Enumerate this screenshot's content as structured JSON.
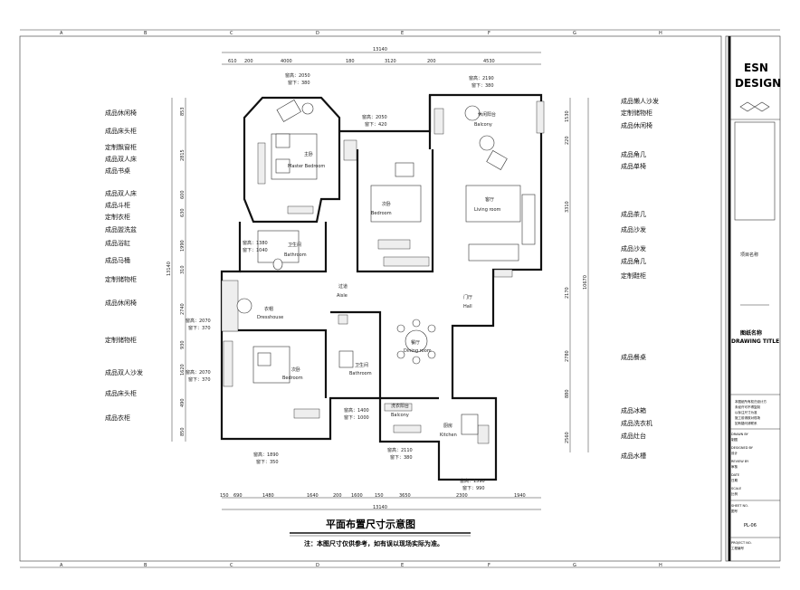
{
  "grid_letters_top": [
    "A",
    "B",
    "C",
    "D",
    "E",
    "F",
    "G",
    "H"
  ],
  "grid_letters_bottom": [
    "A",
    "B",
    "C",
    "D",
    "E",
    "F",
    "G",
    "H"
  ],
  "title_block": {
    "logo_line1": "ESN",
    "logo_line2": "DESIGN",
    "owner_label": "项目名称",
    "drawing_title_cn": "图纸名称",
    "drawing_title_en": "DRAWING TITLE",
    "notes_line1": "本图纸所有权归设计方",
    "notes_line2": "未经许可不得复制",
    "notes_line3": "以标注尺寸为准",
    "notes_line4": "施工前请核对现场",
    "notes_line5": "如有疑问请联系",
    "drawn_label": "DRAWN BY",
    "drawn_cn": "制图",
    "designed_label": "DESIGNED BY",
    "designed_cn": "设计",
    "review_label": "REVIEW BY",
    "review_cn": "审核",
    "date_label": "DATE",
    "date_cn": "日期",
    "scale_label": "SCALE",
    "scale_cn": "比例",
    "sheet_label": "SHEET NO.",
    "sheet_cn": "图号",
    "sheet_no": "PL-06",
    "project_label": "PROJECT NO.",
    "project_cn": "工程编号"
  },
  "plan_title": "平面布置尺寸示意图",
  "plan_note": "注：本图尺寸仅供参考，如有误以现场实际为准。",
  "top_total": "13140",
  "top_dims": [
    "610",
    "200",
    "4000",
    "180",
    "3120",
    "200",
    "4530"
  ],
  "bottom_total": "13140",
  "bottom_dims": [
    "150",
    "690",
    "1480",
    "1640",
    "200",
    "1600",
    "150",
    "3650",
    "2300",
    "1940"
  ],
  "left_total": "13140",
  "left_dims": [
    "853",
    "2815",
    "600",
    "630",
    "1990",
    "310",
    "2740",
    "930",
    "1620",
    "490",
    "850"
  ],
  "right_total": "10670",
  "right_dims": [
    "1530",
    "220",
    "3310",
    "2170",
    "2780",
    "880",
    "2560"
  ],
  "left_labels": [
    "成品休闲椅",
    "成品床头柜",
    "定制飘窗柜",
    "成品双人床",
    "成品书桌",
    "成品双人床",
    "成品斗柜",
    "定制衣柜",
    "成品盥洗盆",
    "成品浴缸",
    "成品马桶",
    "定制储物柜",
    "成品休闲椅",
    "定制储物柜",
    "成品双人沙发",
    "成品床头柜",
    "成品衣柜"
  ],
  "right_labels": [
    "成品懒人沙发",
    "定制储物柜",
    "成品休闲椅",
    "成品角几",
    "成品单椅",
    "成品茶几",
    "成品沙发",
    "成品沙发",
    "成品角几",
    "定制鞋柜",
    "成品餐桌",
    "成品冰箱",
    "成品洗衣机",
    "成品灶台",
    "成品水槽"
  ],
  "windows": [
    {
      "h": "窗高：2050",
      "w": "窗下：380"
    },
    {
      "h": "窗高：2050",
      "w": "窗下：420"
    },
    {
      "h": "窗高：2190",
      "w": "窗下：380"
    },
    {
      "h": "窗高：1380",
      "w": "窗下：1040"
    },
    {
      "h": "窗高：2070",
      "w": "窗下：370"
    },
    {
      "h": "窗高：2070",
      "w": "窗下：370"
    },
    {
      "h": "窗高：1400",
      "w": "窗下：1000"
    },
    {
      "h": "窗高：1890",
      "w": "窗下：350"
    },
    {
      "h": "窗高：2110",
      "w": "窗下：380"
    },
    {
      "h": "窗高：1590",
      "w": "窗下：990"
    }
  ],
  "rooms": {
    "master": "主卧",
    "master_en": "Master Bedroom",
    "bed2": "次卧",
    "bed2_en": "Bedroom",
    "bath1": "卫生间",
    "bath1_en": "Bathroom",
    "balcony1": "休闲阳台",
    "balcony1_en": "Balcony",
    "living": "客厅",
    "living_en": "Living room",
    "dress": "衣帽",
    "dress_en": "Dresshouse",
    "bed3": "次卧",
    "bed3_en": "Bedroom",
    "bath2": "卫生间",
    "bath2_en": "Bathroom",
    "dining": "餐厅",
    "dining_en": "Dining room",
    "corridor": "过道",
    "corridor_en": "Aisle",
    "entry": "门厅",
    "entry_en": "Hall",
    "balcony2": "洗衣阳台",
    "balcony2_en": "Balcony",
    "kitchen": "厨房",
    "kitchen_en": "Kitchen"
  }
}
